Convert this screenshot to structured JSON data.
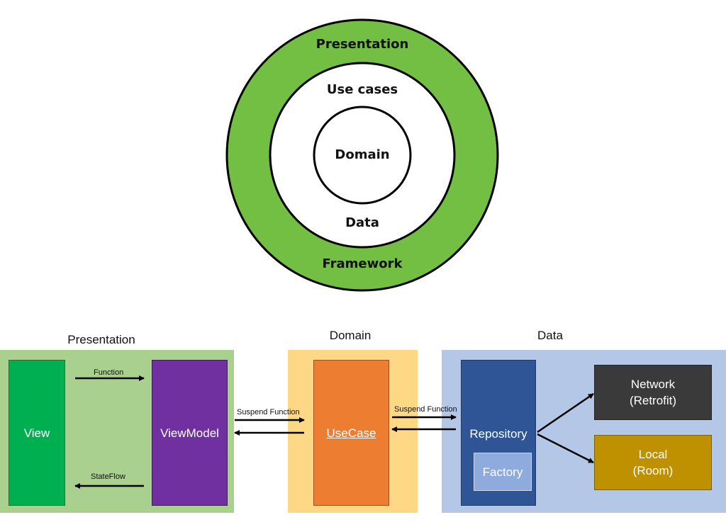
{
  "rings": {
    "outer_label_top": "Presentation",
    "outer_label_bottom": "Framework",
    "middle_label_top": "Use cases",
    "middle_label_bottom": "Data",
    "inner_label": "Domain"
  },
  "colors": {
    "ring_green": "#72bf44",
    "presentation_panel": "#a9d08e",
    "view_box": "#00b050",
    "viewmodel_box": "#7030a0",
    "domain_panel": "#ffd885",
    "usecase_box": "#ed7d31",
    "data_panel": "#b4c7e7",
    "repository_box": "#2f5597",
    "factory_box": "#8faadc",
    "network_box": "#3a3a3a",
    "local_box": "#bf9000"
  },
  "sections": {
    "presentation": {
      "title": "Presentation",
      "view_label": "View",
      "viewmodel_label": "ViewModel",
      "function_label": "Function",
      "stateflow_label": "StateFlow"
    },
    "between_presentation_domain": {
      "label": "Suspend Function"
    },
    "domain": {
      "title": "Domain",
      "usecase_label": "UseCase"
    },
    "between_domain_data": {
      "label": "Suspend Function"
    },
    "data": {
      "title": "Data",
      "repository_label": "Repository",
      "factory_label": "Factory",
      "network_line1": "Network",
      "network_line2": "(Retrofit)",
      "local_line1": "Local",
      "local_line2": "(Room)"
    }
  }
}
